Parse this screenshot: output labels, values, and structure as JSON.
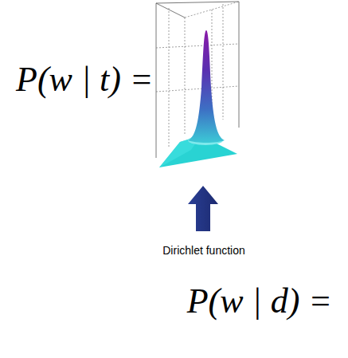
{
  "diagram": {
    "labels": [
      "P(w | t) =",
      "Dirichlet function",
      "P(w | d) ="
    ]
  }
}
